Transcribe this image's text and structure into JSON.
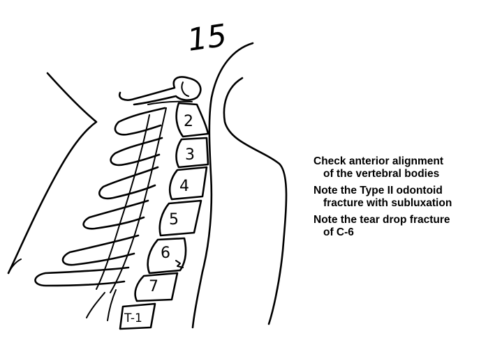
{
  "figure_number": "15",
  "vertebra_labels": [
    "2",
    "3",
    "4",
    "5",
    "6",
    "7",
    "T-1"
  ],
  "notes": [
    {
      "line1": "Check anterior alignment",
      "line2": "of the vertebral bodies"
    },
    {
      "line1": "Note the Type II odontoid",
      "line2": "fracture with subluxation"
    },
    {
      "line1": "Note the tear drop fracture",
      "line2": "of C-6"
    }
  ]
}
